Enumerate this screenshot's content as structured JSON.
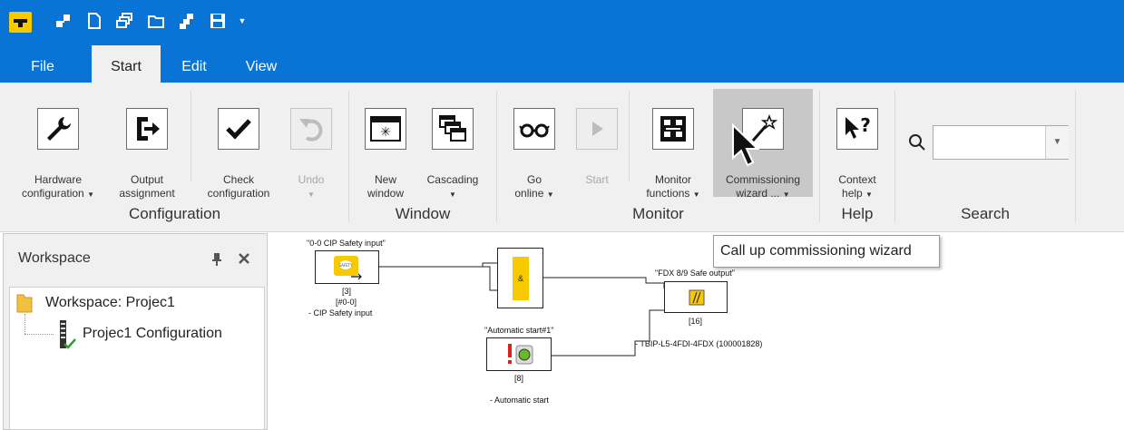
{
  "menu": {
    "tabs": [
      {
        "label": "File"
      },
      {
        "label": "Start"
      },
      {
        "label": "Edit"
      },
      {
        "label": "View"
      }
    ],
    "active_tab": "Start"
  },
  "ribbon": {
    "groups": [
      {
        "label": "Configuration"
      },
      {
        "label": "Window"
      },
      {
        "label": "Monitor"
      },
      {
        "label": "Help"
      },
      {
        "label": "Search"
      }
    ],
    "buttons": {
      "hardware": {
        "line1": "Hardware",
        "line2": "configuration"
      },
      "output": {
        "line1": "Output",
        "line2": "assignment"
      },
      "check": {
        "line1": "Check",
        "line2": "configuration"
      },
      "undo": {
        "line1": "Undo",
        "line2": ""
      },
      "new_window": {
        "line1": "New",
        "line2": "window"
      },
      "cascading": {
        "line1": "Cascading",
        "line2": ""
      },
      "go_online": {
        "line1": "Go",
        "line2": "online"
      },
      "start": {
        "line1": "Start",
        "line2": ""
      },
      "monitor_functions": {
        "line1": "Monitor",
        "line2": "functions"
      },
      "commissioning": {
        "line1": "Commissioning",
        "line2": "wizard ..."
      },
      "context_help": {
        "line1": "Context",
        "line2": "help"
      }
    },
    "search": {
      "value": "",
      "placeholder": ""
    }
  },
  "workspace": {
    "title": "Workspace",
    "tree": [
      {
        "label": "Workspace: Projec1"
      },
      {
        "label": "Projec1 Configuration"
      }
    ]
  },
  "diagram": {
    "cip_input": {
      "title": "\"0-0 CIP Safety input\"",
      "index": "[3]",
      "address": "[#0-0]",
      "desc": "- CIP Safety input",
      "chip_label": "SAFETY"
    },
    "and_block": {
      "symbol": "&"
    },
    "fdx_output": {
      "title": "\"FDX 8/9 Safe output\"",
      "index": "[16]",
      "desc": "- TBIP-L5-4FDI-4FDX (100001828)"
    },
    "auto_start": {
      "title": "\"Automatic start#1\"",
      "index": "[8]",
      "desc": "- Automatic start"
    }
  },
  "tooltip": {
    "text": "Call up commissioning wizard"
  },
  "colors": {
    "titlebar": "#0a74d6",
    "ribbon": "#f0f0f0",
    "accent_yellow": "#f7c900",
    "signal_red": "#e0201c",
    "signal_green": "#66bb22"
  }
}
